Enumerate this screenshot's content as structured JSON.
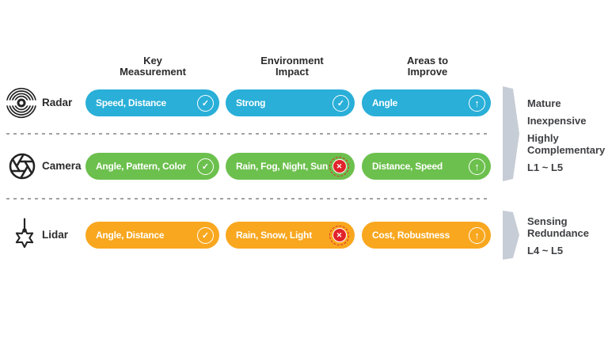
{
  "columns": [
    {
      "line1": "Key",
      "line2": "Measurement"
    },
    {
      "line1": "Environment",
      "line2": "Impact"
    },
    {
      "line1": "Areas to",
      "line2": "Improve"
    }
  ],
  "rows": [
    {
      "label": "Radar",
      "color": "#29AFD8",
      "icon": "radar-icon",
      "pills": [
        {
          "text": "Speed, Distance",
          "badge": "check"
        },
        {
          "text": "Strong",
          "badge": "check"
        },
        {
          "text": "Angle",
          "badge": "up-arrow"
        }
      ]
    },
    {
      "label": "Camera",
      "color": "#6CC04D",
      "icon": "camera-aperture-icon",
      "pills": [
        {
          "text": "Angle, Pattern, Color",
          "badge": "check"
        },
        {
          "text": "Rain, Fog, Night, Sun",
          "badge": "cross"
        },
        {
          "text": "Distance, Speed",
          "badge": "up-arrow"
        }
      ]
    },
    {
      "label": "Lidar",
      "color": "#F8A71F",
      "icon": "lidar-icon",
      "pills": [
        {
          "text": "Angle, Distance",
          "badge": "check"
        },
        {
          "text": "Rain, Snow, Light",
          "badge": "cross"
        },
        {
          "text": "Cost, Robustness",
          "badge": "up-arrow"
        }
      ]
    }
  ],
  "side_notes": [
    {
      "lines": [
        "Mature",
        "Inexpensive",
        "Highly Complementary",
        "L1 ~ L5"
      ]
    },
    {
      "lines": [
        "Sensing Redundance",
        "L4 ~ L5"
      ]
    }
  ],
  "glyphs": {
    "check": "✓",
    "cross": "✕",
    "up_arrow": "↑"
  },
  "colors": {
    "radar_blue": "#29AFD8",
    "camera_green": "#6CC04D",
    "lidar_orange": "#F8A71F",
    "cross_badge_red": "#E1232A",
    "bracket_gray": "#C7CDD6",
    "dark_text": "#2B2B2D",
    "note_text": "#3F4043",
    "pill_text": "#FFFFFF",
    "dashed_line": "#A2A2A2"
  }
}
